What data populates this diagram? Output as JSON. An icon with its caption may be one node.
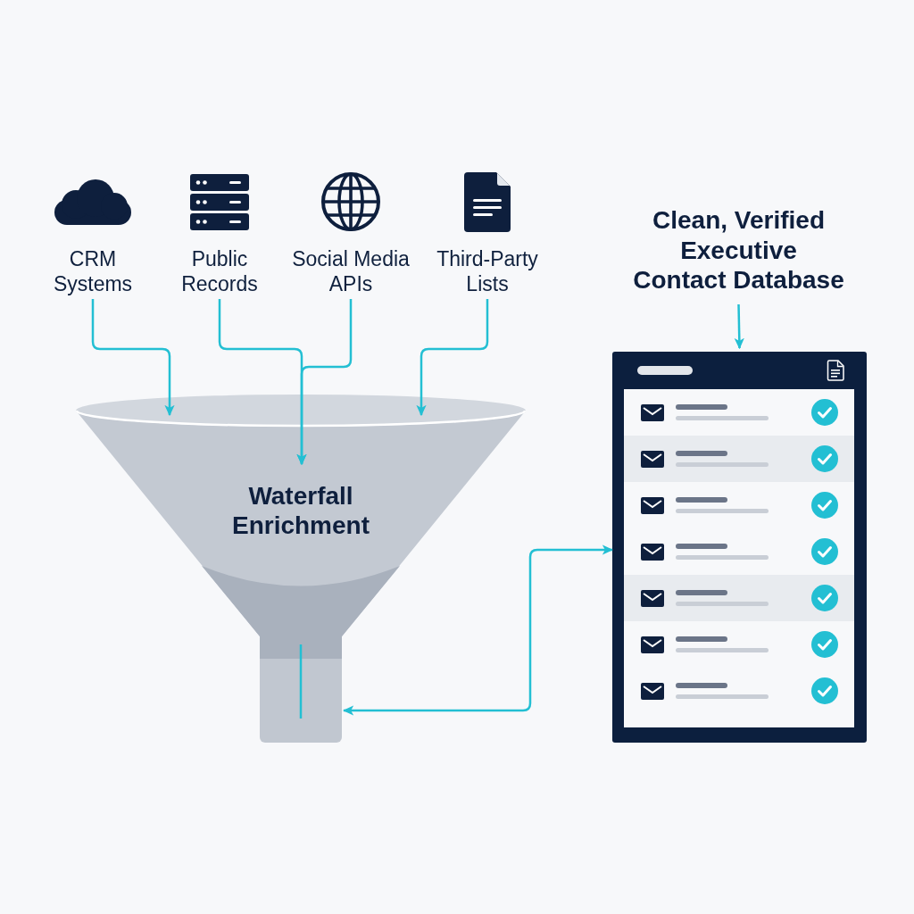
{
  "diagram": {
    "nodes": [
      {
        "text": [
          "CRM Systems"
        ]
      },
      {
        "text": [
          "Public Records"
        ]
      },
      {
        "text": [
          "Social Media APIs"
        ]
      },
      {
        "text": [
          "Third-Party Lists"
        ]
      },
      {
        "text": [
          "Waterfall Enrichment"
        ]
      },
      {
        "text": [
          "Clean, Verified Executive Contact Database"
        ]
      },
      {
        "text": [],
        "shape": "box"
      }
    ],
    "edges": [
      {
        "from": 0,
        "to": 4,
        "arrow": "to"
      },
      {
        "from": 1,
        "to": 4,
        "arrow": "to"
      },
      {
        "from": 2,
        "to": 4,
        "arrow": "to"
      },
      {
        "from": 3,
        "to": 4,
        "arrow": "to"
      },
      {
        "from": 5,
        "to": 6,
        "arrow": "to"
      },
      {
        "from": 4,
        "to": 6,
        "arrow": "both"
      }
    ]
  }
}
